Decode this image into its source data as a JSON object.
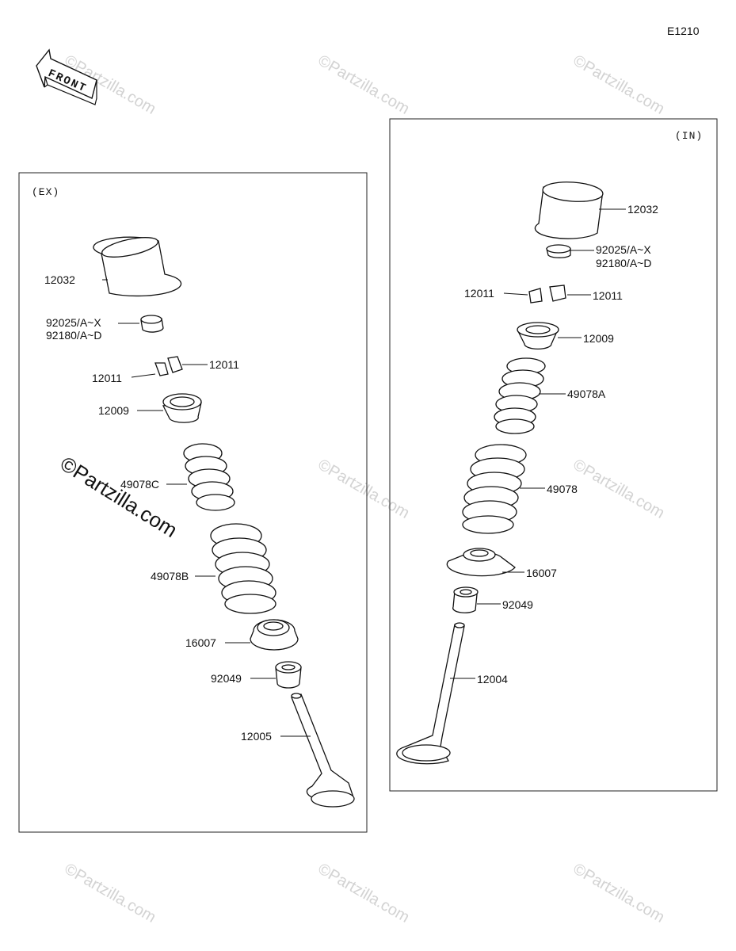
{
  "diagram_code": "E1210",
  "front_label": "FRONT",
  "watermark": "©Partzilla.com",
  "panels": {
    "exhaust": {
      "tag": "(EX)",
      "labels": {
        "tappet": "12032",
        "shim_1": "92025/A~X",
        "shim_2": "92180/A~D",
        "cotter_left": "12011",
        "cotter_right": "12011",
        "retainer": "12009",
        "inner_spring": "49078C",
        "outer_spring": "49078B",
        "spring_seat": "16007",
        "stem_seal": "92049",
        "valve": "12005"
      }
    },
    "intake": {
      "tag": "(IN)",
      "labels": {
        "tappet": "12032",
        "shim_1": "92025/A~X",
        "shim_2": "92180/A~D",
        "cotter_left": "12011",
        "cotter_right": "12011",
        "retainer": "12009",
        "inner_spring": "49078A",
        "outer_spring": "49078",
        "spring_seat": "16007",
        "stem_seal": "92049",
        "valve": "12004"
      }
    }
  }
}
